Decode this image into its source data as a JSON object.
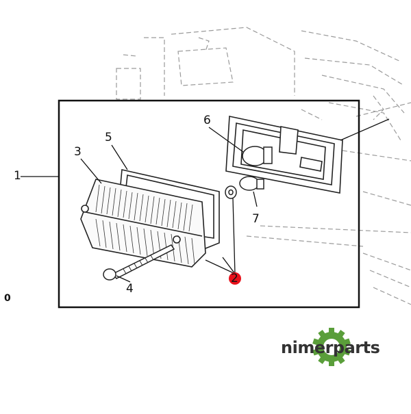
{
  "callouts": {
    "c1": "1",
    "c2": "2",
    "c3": "3",
    "c4": "4",
    "c5": "5",
    "c6": "6",
    "c7": "7"
  },
  "page_marker": "0",
  "brand": {
    "name": "nimerparts",
    "gear_color": "#5a9e3a",
    "text_color": "#333333"
  },
  "highlight_color": "#e8101a"
}
